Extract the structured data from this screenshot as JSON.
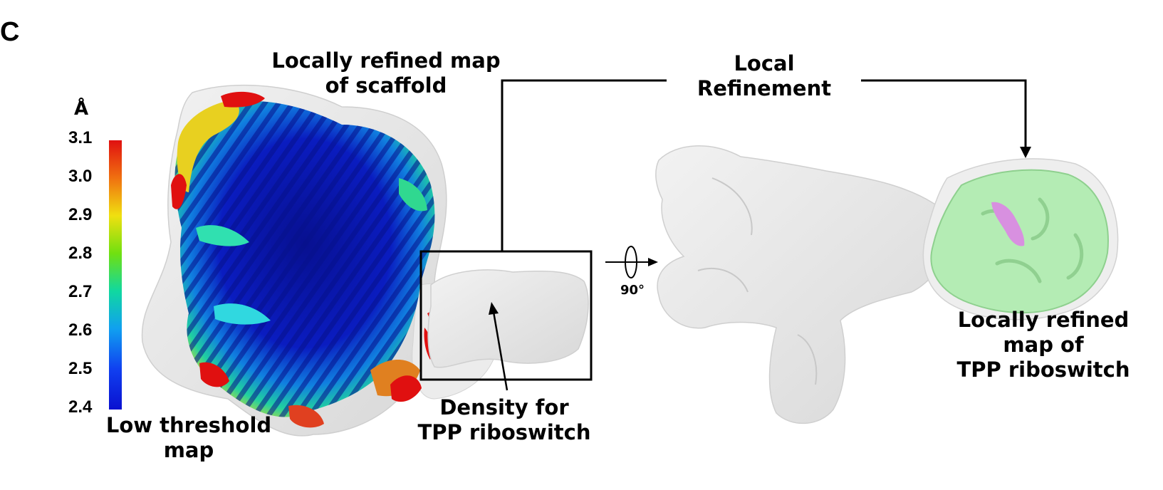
{
  "panel_letter": "C",
  "colorbar": {
    "unit": "Å",
    "ticks": [
      "3.1",
      "3.0",
      "2.9",
      "2.8",
      "2.7",
      "2.6",
      "2.5",
      "2.4"
    ]
  },
  "labels": {
    "scaffold_map": "Locally refined map\nof scaffold",
    "low_threshold": "Low threshold\nmap",
    "density_tpp": "Density for\nTPP riboswitch",
    "local_refinement": "Local\nRefinement",
    "rotation": "90°",
    "tpp_map": "Locally refined\nmap of\nTPP riboswitch"
  },
  "colors": {
    "high_res": "#0a14b4",
    "low_res": "#e01010",
    "mid_res": "#18c8a0",
    "surface_gray": "#e6e6e6",
    "tpp_green": "#b4ecb4",
    "ligand_violet": "#d890e0"
  }
}
